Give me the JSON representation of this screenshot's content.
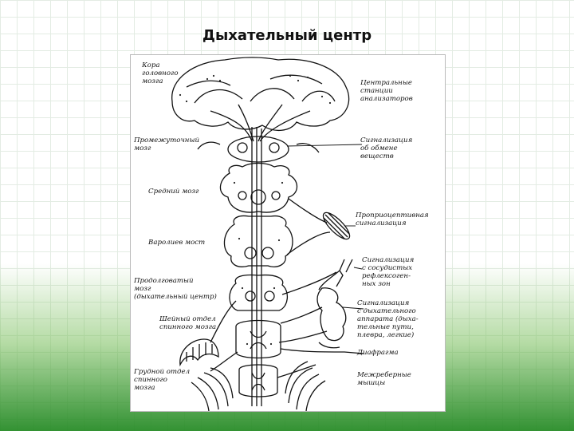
{
  "slide": {
    "title": "Дыхательный центр"
  },
  "labels": {
    "cortex": "Кора\nголовного\nмозга",
    "central_stations": "Центральные\nстанции\nанализаторов",
    "diencephalon": "Промежуточный\nмозг",
    "metabolism_signal": "Сигнализация\nоб обмене\nвеществ",
    "midbrain": "Средний мозг",
    "proprioceptive": "Проприоцептивная\nсигнализация",
    "pons": "Варолиев мост",
    "vascular_signal": "Сигнализация\nс сосудистых\nрефлексоген-\nных зон",
    "medulla": "Продолговатый\nмозг\n(дыхательный центр)",
    "resp_apparatus": "Сигнализация\nс дыхательного\nаппарата (дыха-\nтельные пути,\nплевра, легкие)",
    "cervical": "Шейный отдел\nспинного мозга",
    "diaphragm": "Диафрагма",
    "thoracic": "Грудной отдел\nспинного\nмозга",
    "intercostal": "Межреберные\nмышцы"
  }
}
